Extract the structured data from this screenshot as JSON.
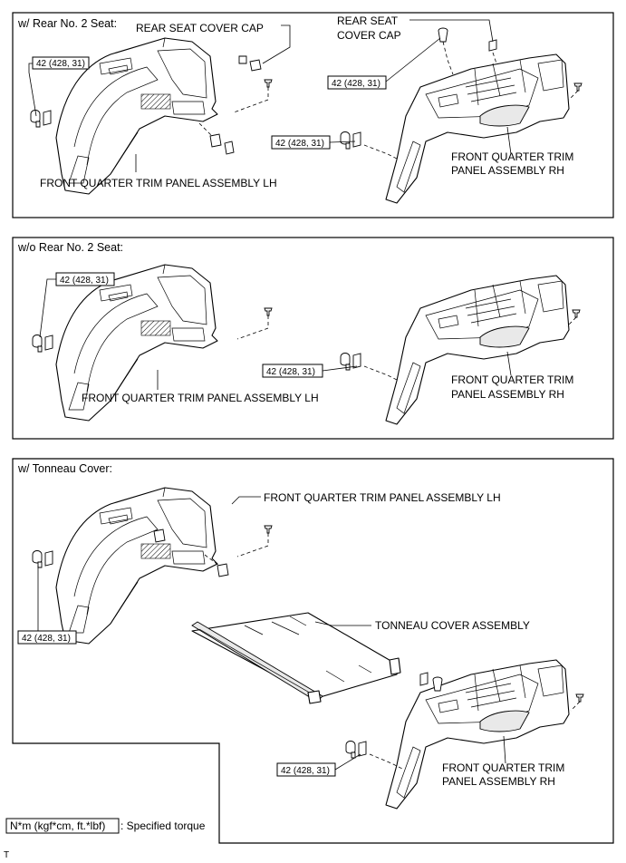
{
  "sections": [
    {
      "header": "w/ Rear No. 2 Seat:",
      "labels": {
        "cap_lh": "REAR SEAT COVER CAP",
        "cap_rh_1": "REAR SEAT",
        "cap_rh_2": "COVER CAP",
        "panel_lh": "FRONT QUARTER TRIM PANEL ASSEMBLY LH",
        "panel_rh_1": "FRONT QUARTER TRIM",
        "panel_rh_2": "PANEL ASSEMBLY RH"
      },
      "torque": [
        "42 (428, 31)",
        "42 (428, 31)",
        "42 (428, 31)"
      ]
    },
    {
      "header": "w/o Rear No. 2 Seat:",
      "labels": {
        "panel_lh": "FRONT QUARTER TRIM PANEL ASSEMBLY LH",
        "panel_rh_1": "FRONT QUARTER TRIM",
        "panel_rh_2": "PANEL ASSEMBLY RH"
      },
      "torque": [
        "42 (428, 31)",
        "42 (428, 31)"
      ]
    },
    {
      "header": "w/ Tonneau Cover:",
      "labels": {
        "panel_lh": "FRONT QUARTER TRIM PANEL ASSEMBLY LH",
        "tonneau": "TONNEAU COVER ASSEMBLY",
        "panel_rh_1": "FRONT QUARTER TRIM",
        "panel_rh_2": "PANEL ASSEMBLY RH"
      },
      "torque": [
        "42 (428, 31)",
        "42 (428, 31)"
      ]
    }
  ],
  "legend": {
    "symbol": "N*m (kgf*cm, ft.*lbf)",
    "text": ": Specified torque"
  },
  "footer_mark": "T"
}
